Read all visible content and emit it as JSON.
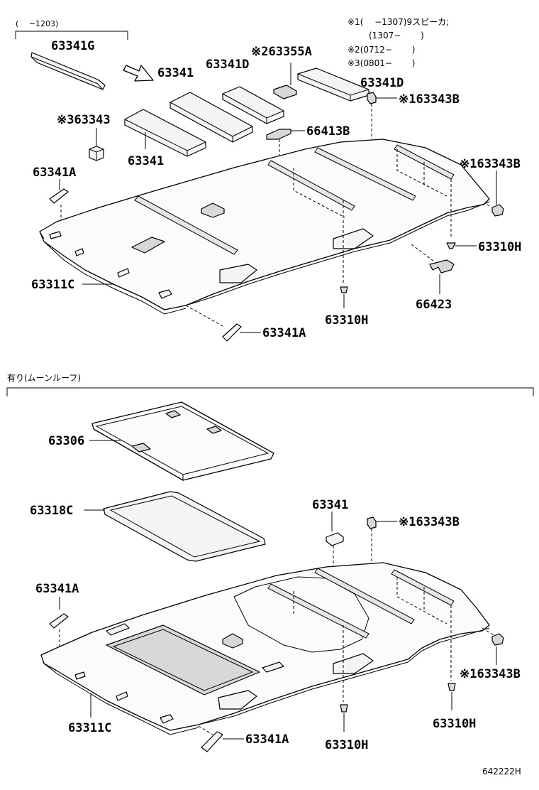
{
  "notes": {
    "date_range_top": "(　 −1203)",
    "note1": "※1(　 −1307)9スピーカ;",
    "note1b": "(1307−　　 )",
    "note2": "※2(0712−　　 )",
    "note3": "※3(0801−　　 )",
    "section2_title": "有り(ムーンルーフ)",
    "diagram_id": "642222H"
  },
  "labels_top": {
    "p63341G": "63341G",
    "p63341_a": "63341",
    "p63341D_a": "63341D",
    "p63355A": "※263355A",
    "p63341D_b": "63341D",
    "p63343B_a": "※163343B",
    "p63343": "※363343",
    "p66413B": "66413B",
    "p63341_b": "63341",
    "p63343B_b": "※163343B",
    "p63341A_a": "63341A",
    "p63310H_a": "63310H",
    "p63311C": "63311C",
    "p66423": "66423",
    "p63310H_b": "63310H",
    "p63341A_b": "63341A"
  },
  "labels_bottom": {
    "p63306": "63306",
    "p63318C": "63318C",
    "p63341": "63341",
    "p63343B_a": "※163343B",
    "p63341A_a": "63341A",
    "p63343B_b": "※163343B",
    "p63311C": "63311C",
    "p63310H_a": "63310H",
    "p63310H_b": "63310H",
    "p63341A_b": "63341A"
  }
}
